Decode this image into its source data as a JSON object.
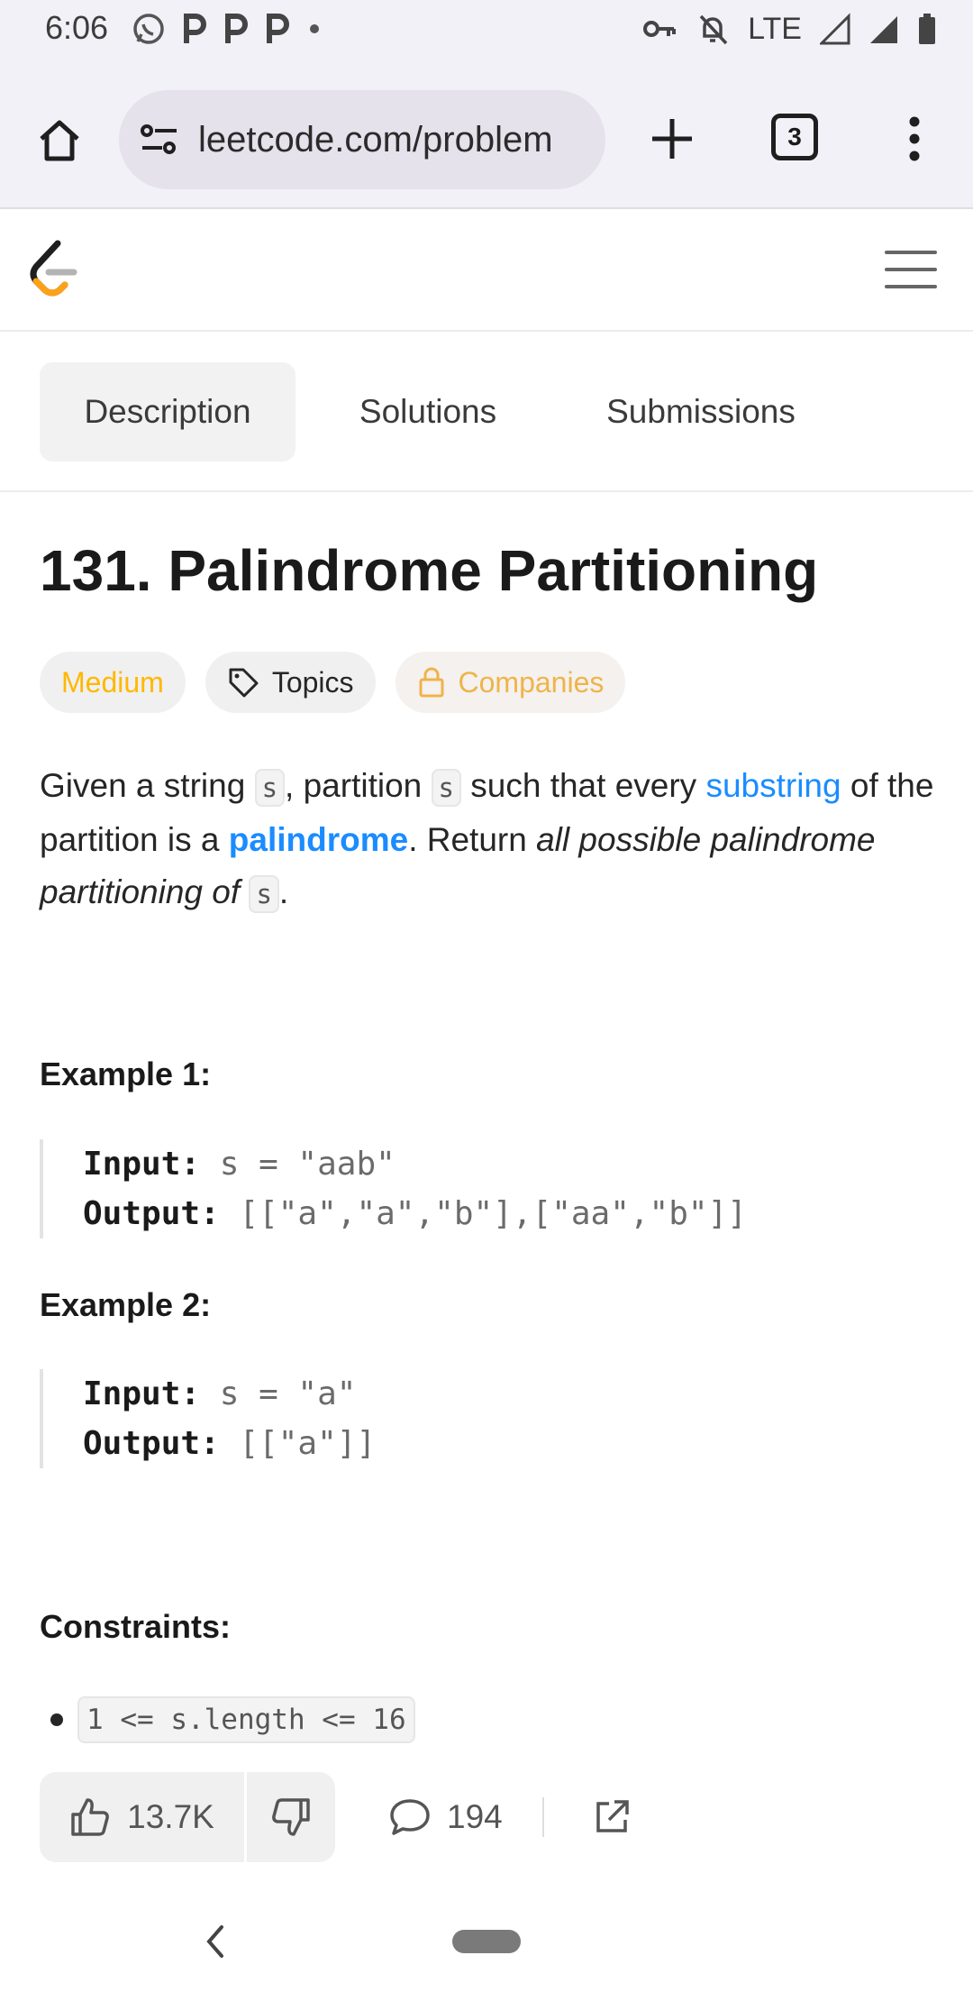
{
  "status_bar": {
    "time": "6:06",
    "network": "LTE"
  },
  "browser": {
    "url": "leetcode.com/problem",
    "tab_count": "3"
  },
  "tabs": [
    {
      "label": "Description",
      "active": true
    },
    {
      "label": "Solutions",
      "active": false
    },
    {
      "label": "Submissions",
      "active": false
    }
  ],
  "problem": {
    "title": "131. Palindrome Partitioning",
    "difficulty": "Medium",
    "topics_label": "Topics",
    "companies_label": "Companies",
    "description": {
      "p1": "Given a string ",
      "code_s": "s",
      "p2": ", partition ",
      "p3": " such that every ",
      "link_substring": "substring",
      "p4": " of the partition is a ",
      "link_palindrome": "palindrome",
      "p5": ". Return ",
      "em_text": "all possible palindrome partitioning of ",
      "p6": "."
    },
    "examples": [
      {
        "heading": "Example 1:",
        "input_label": "Input:",
        "input": "s = \"aab\"",
        "output_label": "Output:",
        "output": "[[\"a\",\"a\",\"b\"],[\"aa\",\"b\"]]"
      },
      {
        "heading": "Example 2:",
        "input_label": "Input:",
        "input": "s = \"a\"",
        "output_label": "Output:",
        "output": "[[\"a\"]]"
      }
    ],
    "constraints_heading": "Constraints:",
    "constraints": [
      "1 <= s.length <= 16"
    ]
  },
  "actions": {
    "likes": "13.7K",
    "comments": "194"
  },
  "colors": {
    "medium": "#ffb800",
    "link": "#1a8cff",
    "companies": "#f0b34a"
  }
}
